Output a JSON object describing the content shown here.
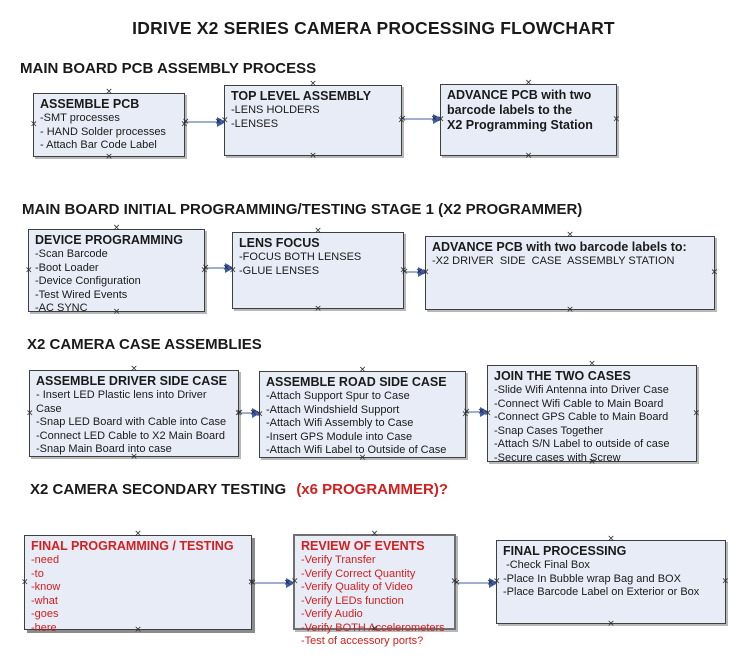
{
  "title": "IDRIVE X2  SERIES CAMERA PROCESSING FLOWCHART",
  "icons": {
    "selection_handle": "×",
    "arrow_head": "right-arrow"
  },
  "colors": {
    "box_fill": "#e7ecf6",
    "box_border": "#3f3f3f",
    "arrow_line": "#9fb0cc",
    "arrow_head": "#3a5dae",
    "accent_red": "#d22020",
    "text": "#1a1a1a"
  },
  "sections": [
    {
      "heading": "MAIN BOARD PCB ASSEMBLY PROCESS",
      "boxes": [
        {
          "title": "ASSEMBLE PCB",
          "items": [
            "-SMT processes",
            "- HAND Solder processes",
            "- Attach Bar Code Label"
          ]
        },
        {
          "title": "TOP LEVEL ASSEMBLY",
          "items": [
            "-LENS HOLDERS",
            "-LENSES"
          ]
        },
        {
          "title": "ADVANCE PCB with two\nbarcode labels to the\n X2 Programming Station",
          "items": []
        }
      ]
    },
    {
      "heading": "MAIN BOARD INITIAL PROGRAMMING/TESTING STAGE 1 (X2 PROGRAMMER)",
      "boxes": [
        {
          "title": "DEVICE PROGRAMMING",
          "items": [
            "-Scan Barcode",
            "-Boot Loader",
            "-Device Configuration",
            "-Test Wired Events",
            "-AC SYNC"
          ]
        },
        {
          "title": "LENS FOCUS",
          "items": [
            "-FOCUS BOTH LENSES",
            "-GLUE LENSES"
          ]
        },
        {
          "title": "ADVANCE PCB with two barcode labels to:",
          "items": [
            "-X2 DRIVER  SIDE  CASE  ASSEMBLY STATION"
          ]
        }
      ]
    },
    {
      "heading": "X2 CAMERA CASE ASSEMBLIES",
      "boxes": [
        {
          "title": "ASSEMBLE DRIVER SIDE CASE",
          "items": [
            "- Insert LED Plastic lens into Driver Case",
            "-Snap LED Board with Cable into Case",
            "-Connect LED Cable to X2 Main Board",
            "-Snap Main Board into case"
          ]
        },
        {
          "title": "ASSEMBLE ROAD SIDE CASE",
          "items": [
            "-Attach Support Spur to Case",
            "-Attach Windshield Support",
            "-Attach Wifi Assembly to Case",
            "-Insert GPS Module into Case",
            "-Attach Wifi Label to Outside of Case"
          ]
        },
        {
          "title": "JOIN THE TWO CASES",
          "items": [
            "-Slide Wifi Antenna into Driver Case",
            "-Connect Wifi Cable to Main Board",
            "-Connect GPS Cable to Main Board",
            "-Snap Cases Together",
            "-Attach S/N Label to outside of case",
            "-Secure cases with Screw"
          ]
        }
      ]
    },
    {
      "heading": "X2 CAMERA SECONDARY TESTING ",
      "heading_red": "(x6 PROGRAMMER)?",
      "boxes": [
        {
          "title": "FINAL PROGRAMMING / TESTING",
          "items": [
            "-need",
            "-to",
            "-know",
            "-what",
            "-goes",
            "-here"
          ]
        },
        {
          "title": "REVIEW OF EVENTS",
          "items": [
            "-Verify Transfer",
            "-Verify Correct Quantity",
            "-Verify Quality of Video",
            "-Verify LEDs function",
            "-Verify Audio",
            "-Verify BOTH Accelerometers",
            "-Test of accessory ports?"
          ]
        },
        {
          "title": "FINAL PROCESSING",
          "items": [
            " -Check Final Box",
            "-Place In Bubble wrap Bag and BOX",
            "-Place Barcode Label on Exterior or Box"
          ]
        }
      ]
    }
  ]
}
